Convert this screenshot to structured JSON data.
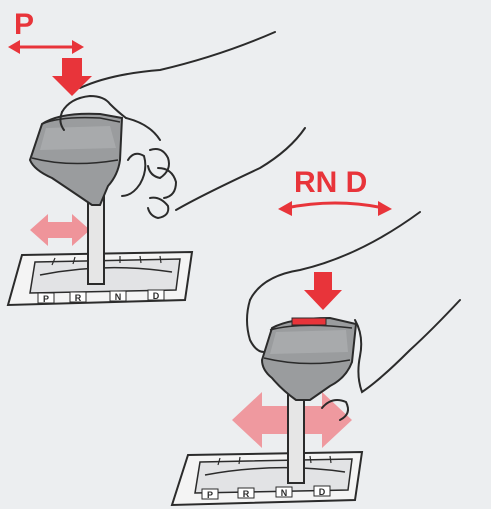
{
  "labels": {
    "park": "P",
    "selector_positions": "RN D"
  },
  "gate_letters": [
    "P",
    "R",
    "N",
    "D"
  ],
  "colors": {
    "accent_red": "#e8343a",
    "pale_red": "#f08a90",
    "knob_gray": "#9a9c9e",
    "outline": "#2b2b2b",
    "background": "#eceef0"
  }
}
